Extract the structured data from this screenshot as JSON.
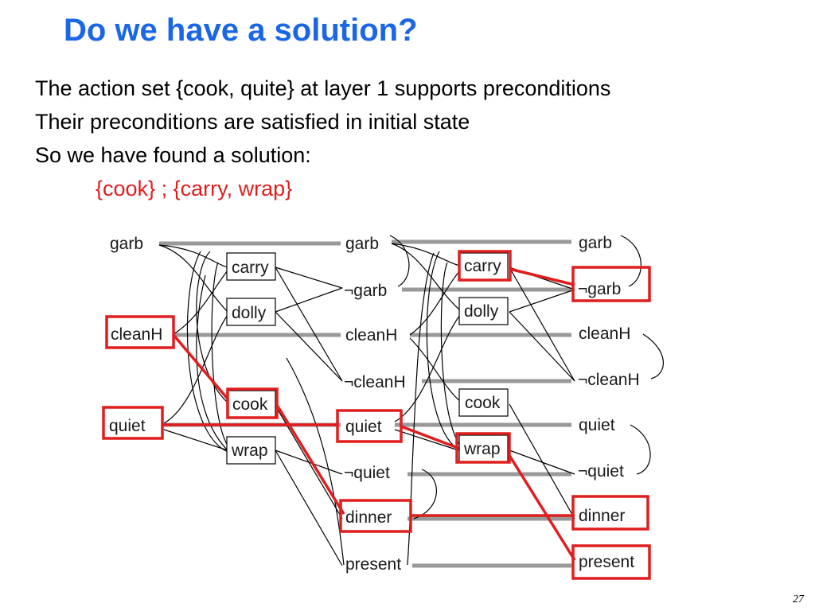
{
  "slide": {
    "title": "Do we have a solution?",
    "lines": [
      "The action set {cook, quite} at layer 1 supports preconditions",
      "Their preconditions are satisfied in initial state",
      "So we have found a solution:"
    ],
    "solution": "{cook} ; {carry, wrap}",
    "page_number": "27"
  },
  "diagram": {
    "state_layer_0": [
      "garb",
      "cleanH",
      "quiet"
    ],
    "action_layer_1": [
      "carry",
      "dolly",
      "cook",
      "wrap"
    ],
    "state_layer_1": [
      "garb",
      "¬garb",
      "cleanH",
      "¬cleanH",
      "quiet",
      "¬quiet",
      "dinner",
      "present"
    ],
    "action_layer_2": [
      "carry",
      "dolly",
      "cook",
      "wrap"
    ],
    "state_layer_2": [
      "garb",
      "¬garb",
      "cleanH",
      "¬cleanH",
      "quiet",
      "¬quiet",
      "dinner",
      "present"
    ],
    "highlight_color": "#e01e1e",
    "persistence_color": "#999999"
  }
}
